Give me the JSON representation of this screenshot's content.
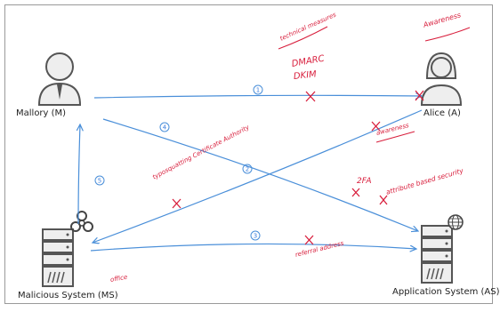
{
  "nodes": {
    "mallory": "Mallory (M)",
    "alice": "Alice (A)",
    "malicious_system": "Malicious System (MS)",
    "application_system": "Application System (AS)"
  },
  "flows": [
    {
      "number": "1"
    },
    {
      "number": "2"
    },
    {
      "number": "3"
    },
    {
      "number": "4"
    },
    {
      "number": "5"
    }
  ],
  "annotations": {
    "technical_measures": "technical measures",
    "dmarc": "DMARC",
    "dkim": "DKIM",
    "awareness_top": "Awareness",
    "awareness_mid": "awareness",
    "typo_ca": "typosquatting Certificate Authority",
    "twofa": "2FA",
    "attribute_security": "attribute based security",
    "referral_address": "referral address",
    "office": "office"
  },
  "colors": {
    "arrow": "#4a8fd9",
    "annotation": "#d81e3c",
    "icon_stroke": "#555555",
    "icon_fill": "#eeeeee"
  }
}
